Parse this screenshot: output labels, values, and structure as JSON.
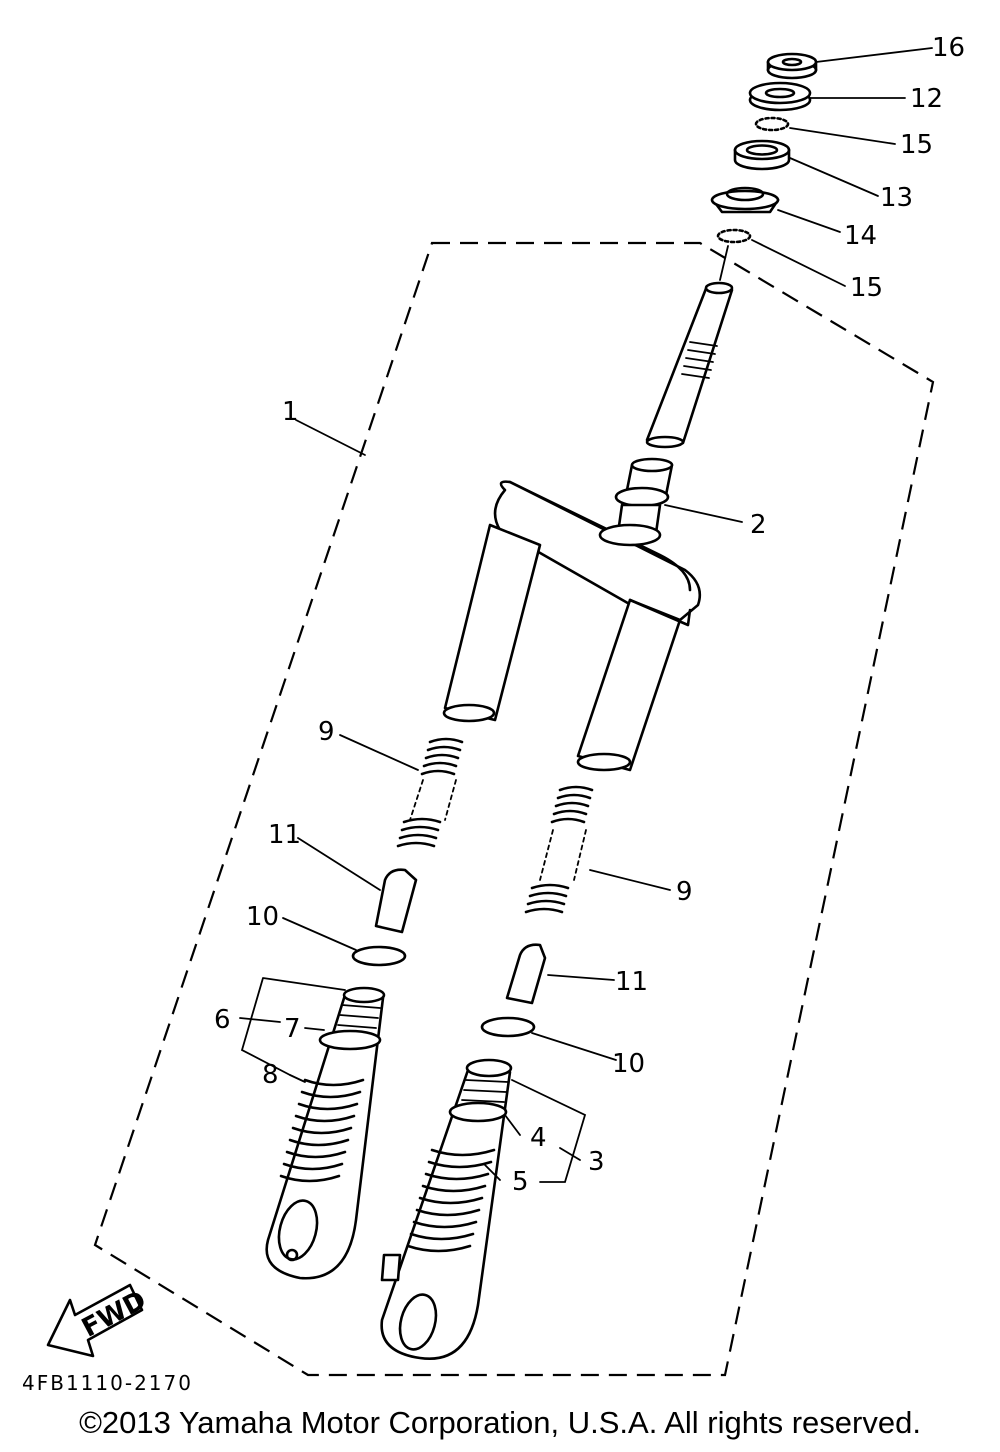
{
  "callouts": {
    "c16": "16",
    "c12": "12",
    "c15a": "15",
    "c13": "13",
    "c14": "14",
    "c15b": "15",
    "c1": "1",
    "c2": "2",
    "c9a": "9",
    "c9b": "9",
    "c11a": "11",
    "c11b": "11",
    "c10a": "10",
    "c10b": "10",
    "c6": "6",
    "c7": "7",
    "c8": "8",
    "c4": "4",
    "c3": "3",
    "c5": "5"
  },
  "fwd_label": "FWD",
  "part_code": "4FB1110-2170",
  "copyright": "©2013 Yamaha Motor Corporation, U.S.A. All rights reserved."
}
